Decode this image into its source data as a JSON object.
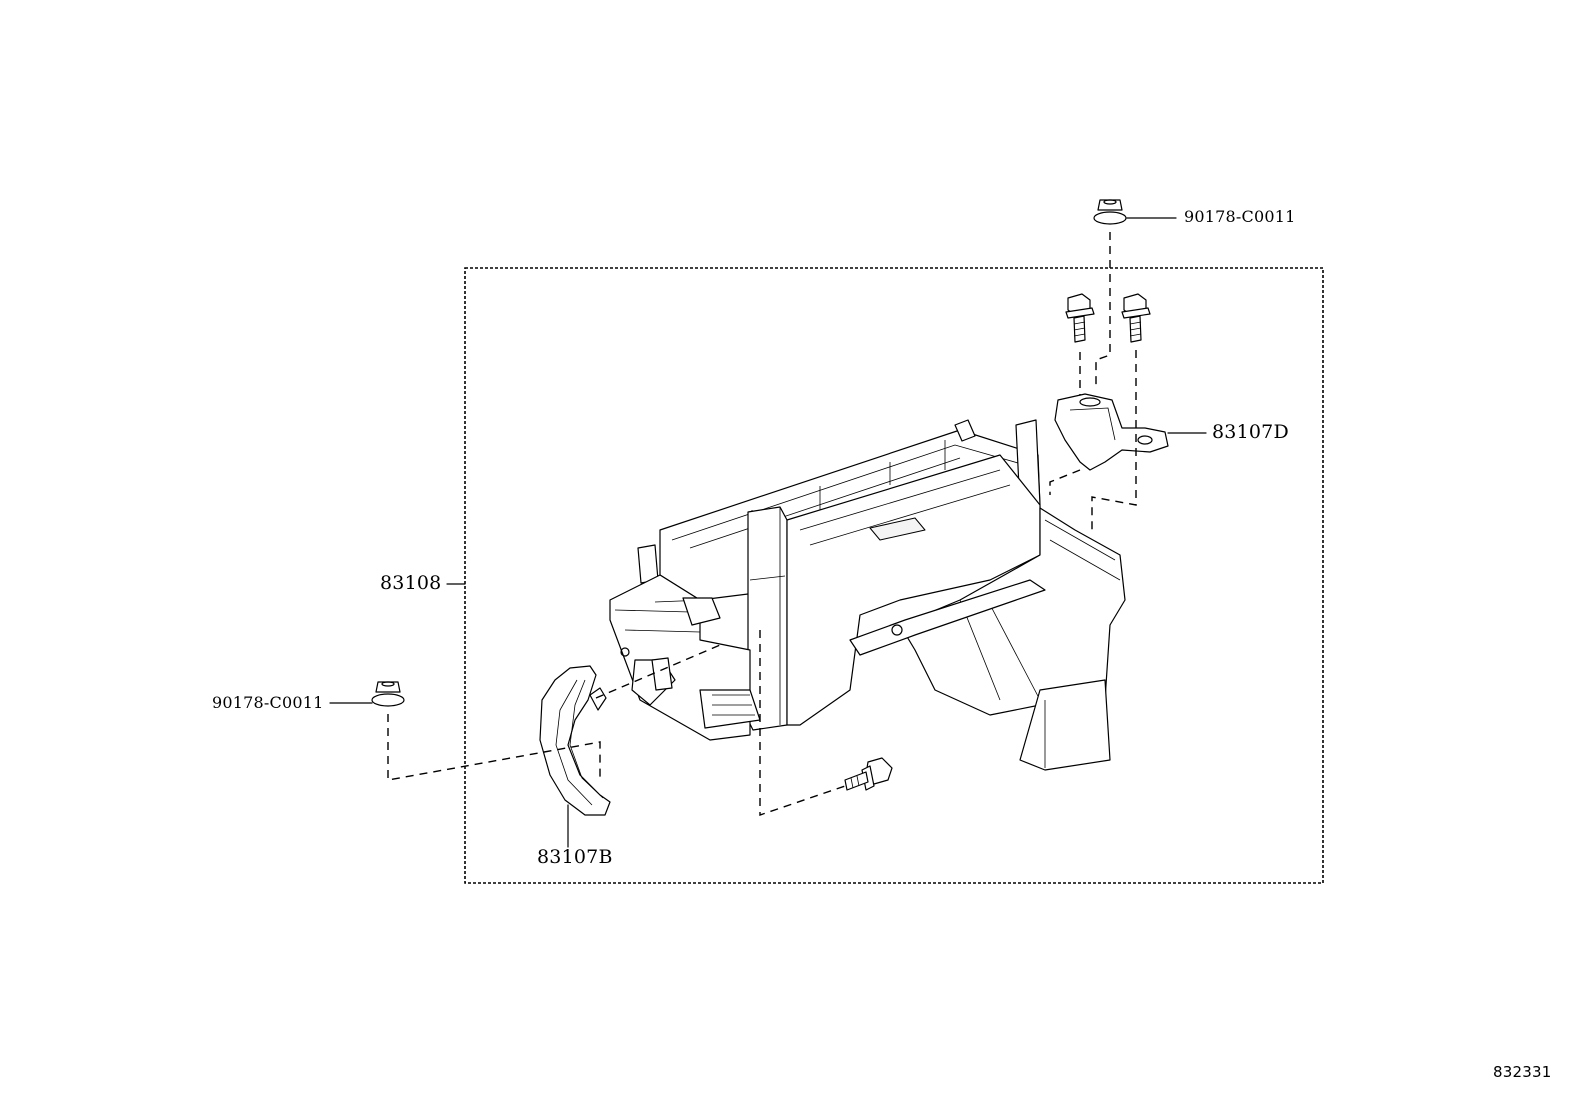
{
  "labels": {
    "clip_top": "90178-C0011",
    "clip_left": "90178-C0011",
    "bracket_d": "83107D",
    "housing": "83108",
    "bracket_b": "83107B",
    "illustration_ref": "832331"
  }
}
